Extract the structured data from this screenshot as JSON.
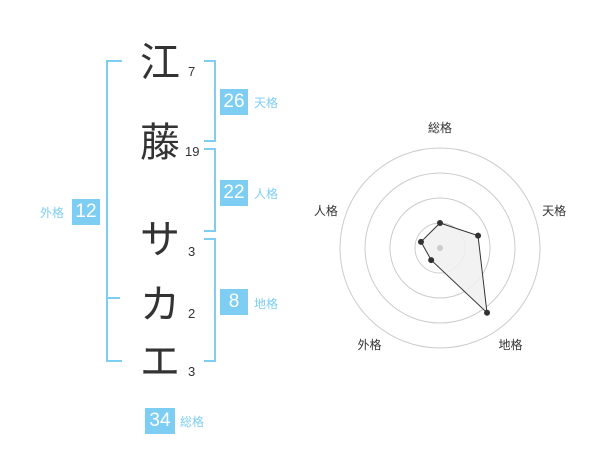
{
  "name_chars": [
    {
      "char": "江",
      "strokes": "7"
    },
    {
      "char": "藤",
      "strokes": "19"
    },
    {
      "char": "サ",
      "strokes": "3"
    },
    {
      "char": "カ",
      "strokes": "2"
    },
    {
      "char": "エ",
      "strokes": "3"
    }
  ],
  "fortunes": {
    "tenkaku": {
      "value": "26",
      "label": "天格"
    },
    "jinkaku": {
      "value": "22",
      "label": "人格"
    },
    "chikaku": {
      "value": "8",
      "label": "地格"
    },
    "gaikaku": {
      "value": "12",
      "label": "外格"
    },
    "soukaku": {
      "value": "34",
      "label": "総格"
    }
  },
  "colors": {
    "accent": "#7ecef4",
    "text": "#333333",
    "radar_fill": "#f0f0f0",
    "radar_ring": "#cccccc",
    "radar_line": "#333333"
  },
  "chart_data": {
    "type": "radar",
    "axes": [
      "総格",
      "天格",
      "地格",
      "外格",
      "人格"
    ],
    "values": [
      0.25,
      0.4,
      0.8,
      0.15,
      0.2
    ],
    "range": [
      0,
      1
    ],
    "rings": 4
  }
}
